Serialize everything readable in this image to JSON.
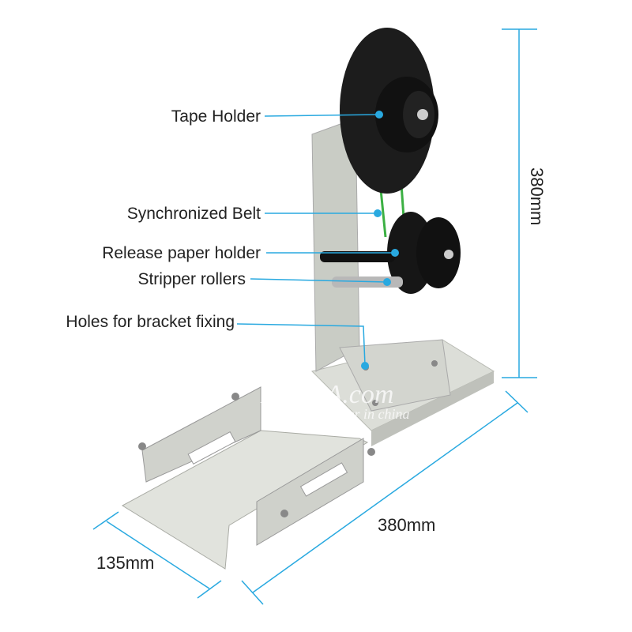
{
  "labels": {
    "tape_holder": "Tape Holder",
    "synchronized_belt": "Synchronized Belt",
    "release_paper_holder": "Release paper holder",
    "stripper_rollers": "Stripper rollers",
    "holes": "Holes for bracket fixing"
  },
  "dimensions": {
    "height": "380mm",
    "length": "380mm",
    "width": "135mm"
  },
  "watermark": {
    "line1": "LYBGA.com",
    "line2": "Factory supplier in china"
  },
  "colors": {
    "accent": "#29a9e0",
    "metal": "#d6d8d2",
    "black": "#151515",
    "belt": "#3cb043"
  }
}
